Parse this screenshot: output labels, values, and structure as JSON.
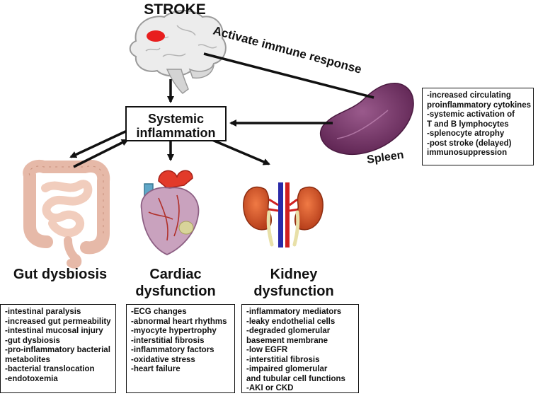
{
  "stroke_label": "STROKE",
  "immune_arrow_label": "Activate immune response",
  "systemic": {
    "line1": "Systemic",
    "line2": "inflammation"
  },
  "spleen": {
    "label": "Spleen",
    "effects": [
      "-increased circulating",
      " proinflammatory cytokines",
      "-systemic activation of",
      " T and B lymphocytes",
      "-splenocyte atrophy",
      "-post stroke (delayed)",
      " immunosuppression"
    ]
  },
  "gut": {
    "label": "Gut dysbiosis",
    "effects": [
      "-intestinal paralysis",
      "-increased gut permeability",
      "-intestinal mucosal injury",
      "-gut dysbiosis",
      "-pro-inflammatory bacterial",
      " metabolites",
      "-bacterial translocation",
      "-endotoxemia"
    ]
  },
  "cardiac": {
    "label_line1": "Cardiac",
    "label_line2": "dysfunction",
    "effects": [
      "-ECG changes",
      "-abnormal heart rhythms",
      "-myocyte hypertrophy",
      "-interstitial fibrosis",
      "-inflammatory factors",
      "-oxidative stress",
      "-heart failure"
    ]
  },
  "kidney": {
    "label_line1": "Kidney",
    "label_line2": "dysfunction",
    "effects": [
      "-inflammatory mediators",
      "-leaky endothelial cells",
      "-degraded glomerular",
      " basement membrane",
      "-low EGFR",
      "-interstitial fibrosis",
      "-impaired glomerular",
      " and tubular cell functions",
      "-AKI or CKD"
    ]
  }
}
